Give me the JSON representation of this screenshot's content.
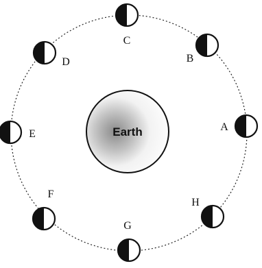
{
  "earth_label": "Earth",
  "moons": [
    {
      "label": "A",
      "dark_side": "left"
    },
    {
      "label": "B",
      "dark_side": "left"
    },
    {
      "label": "C",
      "dark_side": "left"
    },
    {
      "label": "D",
      "dark_side": "left"
    },
    {
      "label": "E",
      "dark_side": "left"
    },
    {
      "label": "F",
      "dark_side": "left"
    },
    {
      "label": "G",
      "dark_side": "left"
    },
    {
      "label": "H",
      "dark_side": "left"
    }
  ]
}
